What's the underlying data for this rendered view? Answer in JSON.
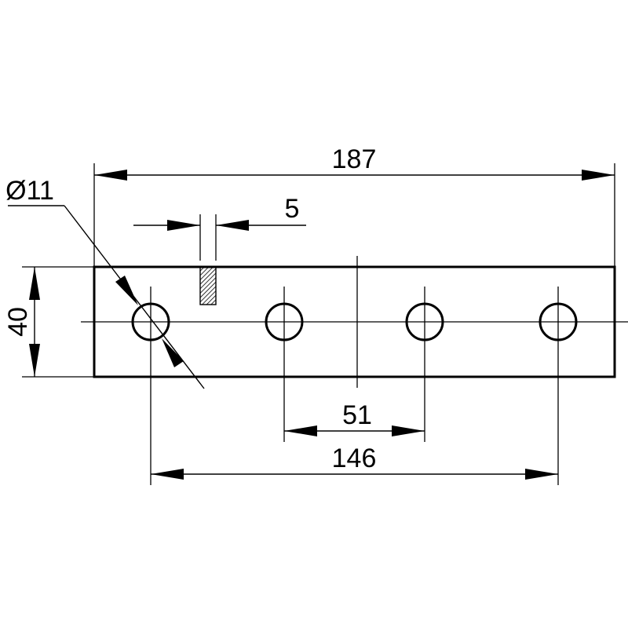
{
  "drawing": {
    "dimensions": {
      "overall_length": "187",
      "height": "40",
      "hole_diameter": "Ø11",
      "slot_width": "5",
      "hole_spacing": "51",
      "outer_hole_span": "146"
    }
  },
  "colors": {
    "line": "#000000",
    "background": "#ffffff"
  }
}
